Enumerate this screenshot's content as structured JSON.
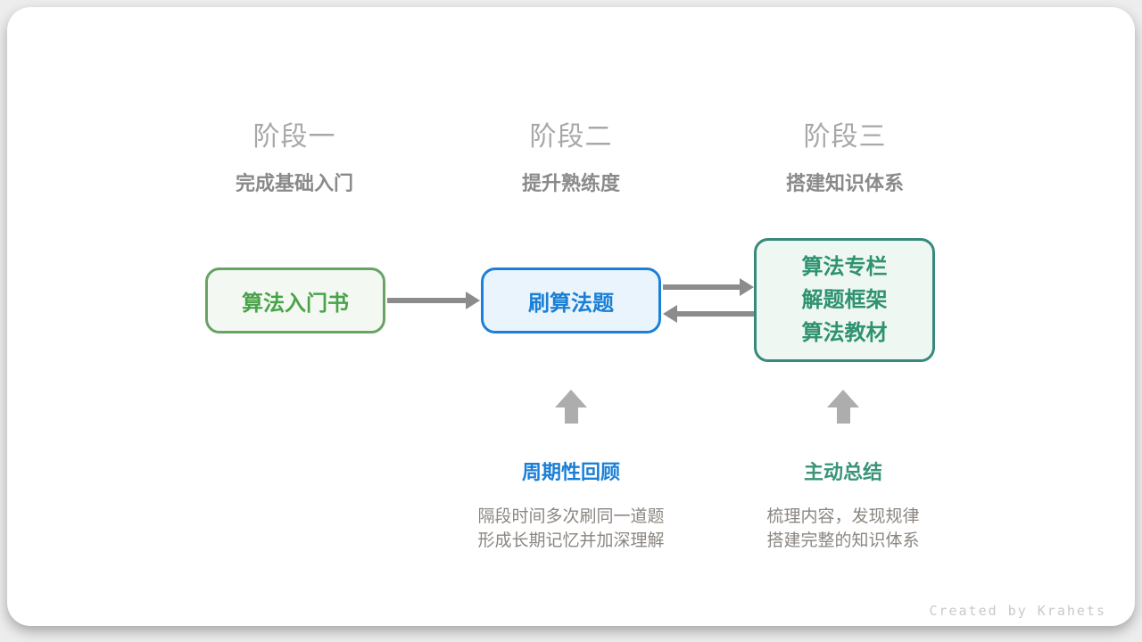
{
  "stages": [
    {
      "title": "阶段一",
      "subtitle": "完成基础入门"
    },
    {
      "title": "阶段二",
      "subtitle": "提升熟练度"
    },
    {
      "title": "阶段三",
      "subtitle": "搭建知识体系"
    }
  ],
  "nodes": {
    "book": {
      "label": "算法入门书"
    },
    "practice": {
      "label": "刷算法题"
    },
    "resources": {
      "lines": [
        "算法专栏",
        "解题框架",
        "算法教材"
      ]
    }
  },
  "annotations": {
    "review": {
      "heading": "周期性回顾",
      "line1": "隔段时间多次刷同一道题",
      "line2": "形成长期记忆并加深理解"
    },
    "summarize": {
      "heading": "主动总结",
      "line1": "梳理内容，发现规律",
      "line2": "搭建完整的知识体系"
    }
  },
  "footer": {
    "credit": "Created by Krahets"
  },
  "colors": {
    "green_border": "#67a364",
    "green_text": "#4aa34a",
    "green_bg": "#f3f9f2",
    "blue_border": "#1c80d6",
    "blue_text": "#1a7fd6",
    "blue_bg": "#eaf4fc",
    "teal_border": "#37897b",
    "teal_text": "#2e9371",
    "teal_bg": "#eff7f2",
    "arrow_gray": "#8c8c8c",
    "block_arrow_gray": "#adadad",
    "stage_title_gray": "#a8a8a8",
    "stage_subtitle_gray": "#8a8a8a",
    "description_gray": "#8b8681",
    "credit_gray": "#c9c9c9"
  }
}
